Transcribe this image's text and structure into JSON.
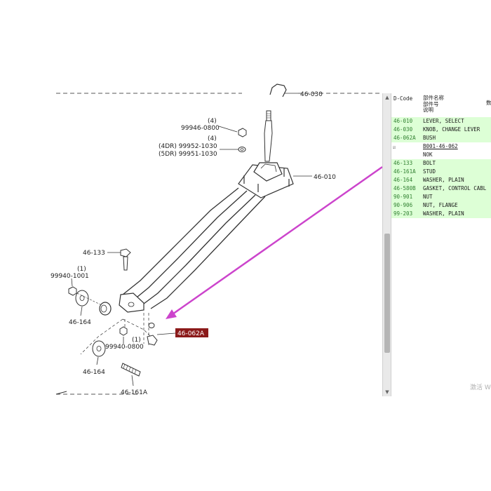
{
  "diagram": {
    "callouts": {
      "c46030": "46-030",
      "c99946": "99946-0800",
      "c4a": "(4)",
      "c4b": "(4)",
      "c99952": "(4DR) 99952-1030",
      "c99951": "(5DR) 99951-1030",
      "c46010": "46-010",
      "c46133": "46-133",
      "c1a": "(1)",
      "c99940a": "99940-1001",
      "c46164a": "46-164",
      "c99940b": "99940-0800",
      "c1b": "(1)",
      "c46062A": "46-062A",
      "c46164b": "46-164",
      "c46161A": "46-161A"
    },
    "highlight_color": "#8b1a1a",
    "arrow_color": "#cc44cc"
  },
  "parts_table": {
    "headers": {
      "code": "D-Code",
      "name_lines": [
        "部件名称",
        "部件号",
        "说明"
      ],
      "qty": "数"
    },
    "rows": [
      {
        "code": "46-010",
        "name": "LEVER, SELECT",
        "style": "green"
      },
      {
        "code": "46-030",
        "name": "KNOB, CHANGE LEVER",
        "style": "green"
      },
      {
        "code": "46-062A",
        "name": "BUSH",
        "style": "green"
      },
      {
        "code": "",
        "name": "B001-46-062",
        "style": "white",
        "mark": "☑"
      },
      {
        "code": "",
        "name": "NOK",
        "style": "white"
      },
      {
        "code": "46-133",
        "name": "BOLT",
        "style": "green"
      },
      {
        "code": "46-161A",
        "name": "STUD",
        "style": "green"
      },
      {
        "code": "46-164",
        "name": "WASHER, PLAIN",
        "style": "green"
      },
      {
        "code": "46-580B",
        "name": "GASKET, CONTROL CABL",
        "style": "green"
      },
      {
        "code": "90-901",
        "name": "NUT",
        "style": "green"
      },
      {
        "code": "90-906",
        "name": "NUT, FLANGE",
        "style": "green"
      },
      {
        "code": "99-203",
        "name": "WASHER, PLAIN",
        "style": "green"
      }
    ],
    "scroll_up_icon": "▲",
    "scroll_down_icon": "▼"
  },
  "watermark": "激活 W"
}
